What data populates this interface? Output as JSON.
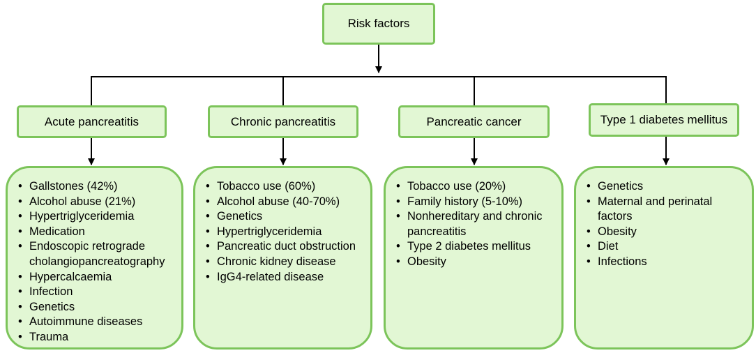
{
  "root": {
    "label": "Risk factors"
  },
  "columns": [
    {
      "title": "Acute pancreatitis",
      "items": [
        "Gallstones (42%)",
        "Alcohol abuse (21%)",
        "Hypertriglyceridemia",
        "Medication",
        "Endoscopic retrograde cholangiopancreatography",
        "Hypercalcaemia",
        "Infection",
        "Genetics",
        "Autoimmune diseases",
        "Trauma"
      ]
    },
    {
      "title": "Chronic pancreatitis",
      "items": [
        "Tobacco use (60%)",
        "Alcohol abuse (40-70%)",
        "Genetics",
        "Hypertriglyceridemia",
        "Pancreatic duct obstruction",
        "Chronic kidney disease",
        "IgG4-related disease"
      ]
    },
    {
      "title": "Pancreatic cancer",
      "items": [
        "Tobacco use (20%)",
        "Family history (5-10%)",
        "Nonhereditary and chronic pancreatitis",
        "Type 2 diabetes mellitus",
        "Obesity"
      ]
    },
    {
      "title": "Type 1 diabetes mellitus",
      "items": [
        "Genetics",
        "Maternal and perinatal factors",
        "Obesity",
        "Diet",
        "Infections"
      ]
    }
  ]
}
